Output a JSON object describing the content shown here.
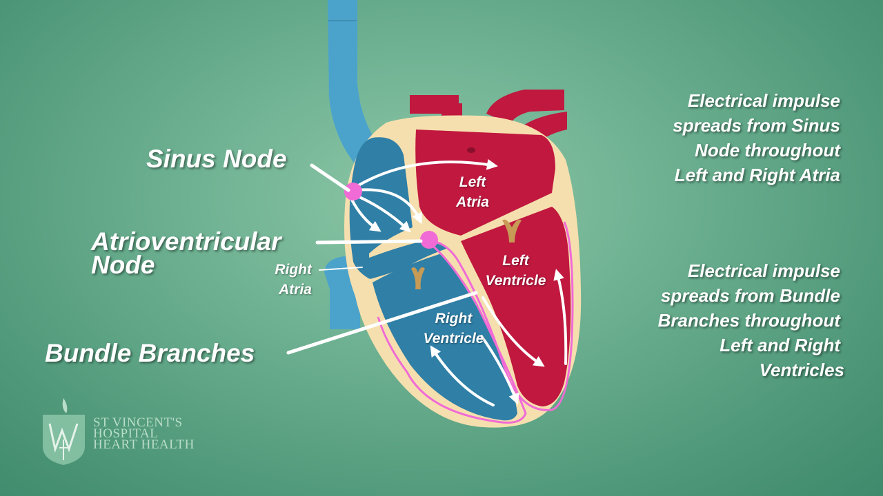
{
  "labels": {
    "sinus_node": "Sinus Node",
    "av_node_line1": "Atrioventricular",
    "av_node_line2": "Node",
    "bundle_branches": "Bundle Branches",
    "right_atria_line1": "Right",
    "right_atria_line2": "Atria",
    "left_atria_line1": "Left",
    "left_atria_line2": "Atria",
    "left_ventricle_line1": "Left",
    "left_ventricle_line2": "Ventricle",
    "right_ventricle_line1": "Right",
    "right_ventricle_line2": "Ventricle"
  },
  "notes": {
    "top": [
      "Electrical impulse",
      "spreads from Sinus",
      "Node throughout",
      "Left and Right Atria"
    ],
    "bottom": [
      "Electrical impulse",
      "spreads from Bundle",
      "Branches throughout",
      "Left and Right",
      "Ventricles"
    ]
  },
  "logo": {
    "line1": "ST VINCENT'S",
    "line2": "HOSPITAL",
    "line3": "HEART HEALTH"
  },
  "colors": {
    "background": "#5fa586",
    "vein": "#4ba3cc",
    "right_chamber": "#2f7fa6",
    "left_chamber": "#c0183f",
    "wall": "#f6dfae",
    "node": "#f06bd6",
    "conduction_path": "#f06bd6"
  }
}
